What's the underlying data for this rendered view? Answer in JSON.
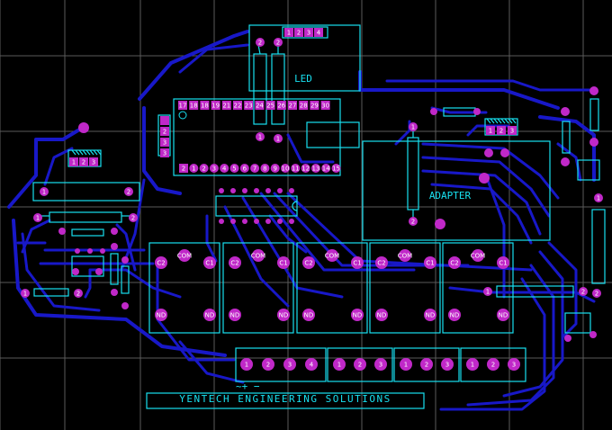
{
  "board": {
    "title": "YENTECH ENGINEERING SOLUTIONS",
    "colors": {
      "background": "#000000",
      "grid": "#5a5a5a",
      "trace": "#1818c8",
      "silkscreen": "#18e0f0",
      "pad": "#c028c8",
      "pad_text": "#ffffff"
    }
  },
  "labels": {
    "led": "LED",
    "adapter": "ADAPTER",
    "power_symbols": "~+  −"
  },
  "header_top": {
    "pins": [
      "1",
      "2",
      "3",
      "4"
    ]
  },
  "led_pins": [
    "2",
    "2",
    "1",
    "1"
  ],
  "mcu": {
    "top_pins": [
      "17",
      "18",
      "18",
      "19",
      "21",
      "22",
      "23",
      "24",
      "25",
      "26",
      "27",
      "28",
      "29",
      "30"
    ],
    "bottom_pins": [
      "2",
      "1",
      "2",
      "3",
      "4",
      "5",
      "6",
      "7",
      "8",
      "9",
      "10",
      "11",
      "12",
      "13",
      "14",
      "15"
    ]
  },
  "left_header": {
    "pins": [
      "1",
      "2",
      "3"
    ]
  },
  "small_header": {
    "pins": [
      "1",
      "2",
      "3"
    ]
  },
  "right_header": {
    "pins": [
      "1",
      "2",
      "3"
    ]
  },
  "relays": [
    {
      "c2": "C2",
      "com": "COM",
      "c1": "C1",
      "nd_left": "ND",
      "nd_right": "ND"
    },
    {
      "c2": "C2",
      "com": "COM",
      "c1": "C1",
      "nd_left": "ND",
      "nd_right": "ND"
    },
    {
      "c2": "C2",
      "com": "COM",
      "c1": "C1",
      "nd_left": "ND",
      "nd_right": "ND"
    },
    {
      "c2": "C2",
      "com": "COM",
      "c1": "C1",
      "nd_left": "ND",
      "nd_right": "ND"
    },
    {
      "c2": "C2",
      "com": "COM",
      "c1": "C1",
      "nd_left": "ND",
      "nd_right": "ND"
    }
  ],
  "terminals": [
    {
      "pins": [
        "1",
        "2",
        "3",
        "4"
      ]
    },
    {
      "pins": [
        "1",
        "2",
        "3"
      ]
    },
    {
      "pins": [
        "1",
        "2",
        "3"
      ]
    },
    {
      "pins": [
        "1",
        "2",
        "3"
      ]
    }
  ],
  "resistors": {
    "r1": [
      "1",
      "2"
    ],
    "r2": [
      "1",
      "2"
    ],
    "r_adapter": [
      "1",
      "2"
    ],
    "r_right_vertical": [
      "1",
      "2"
    ],
    "r_right_horizontal": [
      "1",
      "2"
    ],
    "r_left_vertical": [
      "1",
      "2"
    ],
    "r_left_low": [
      "1",
      "2"
    ]
  }
}
